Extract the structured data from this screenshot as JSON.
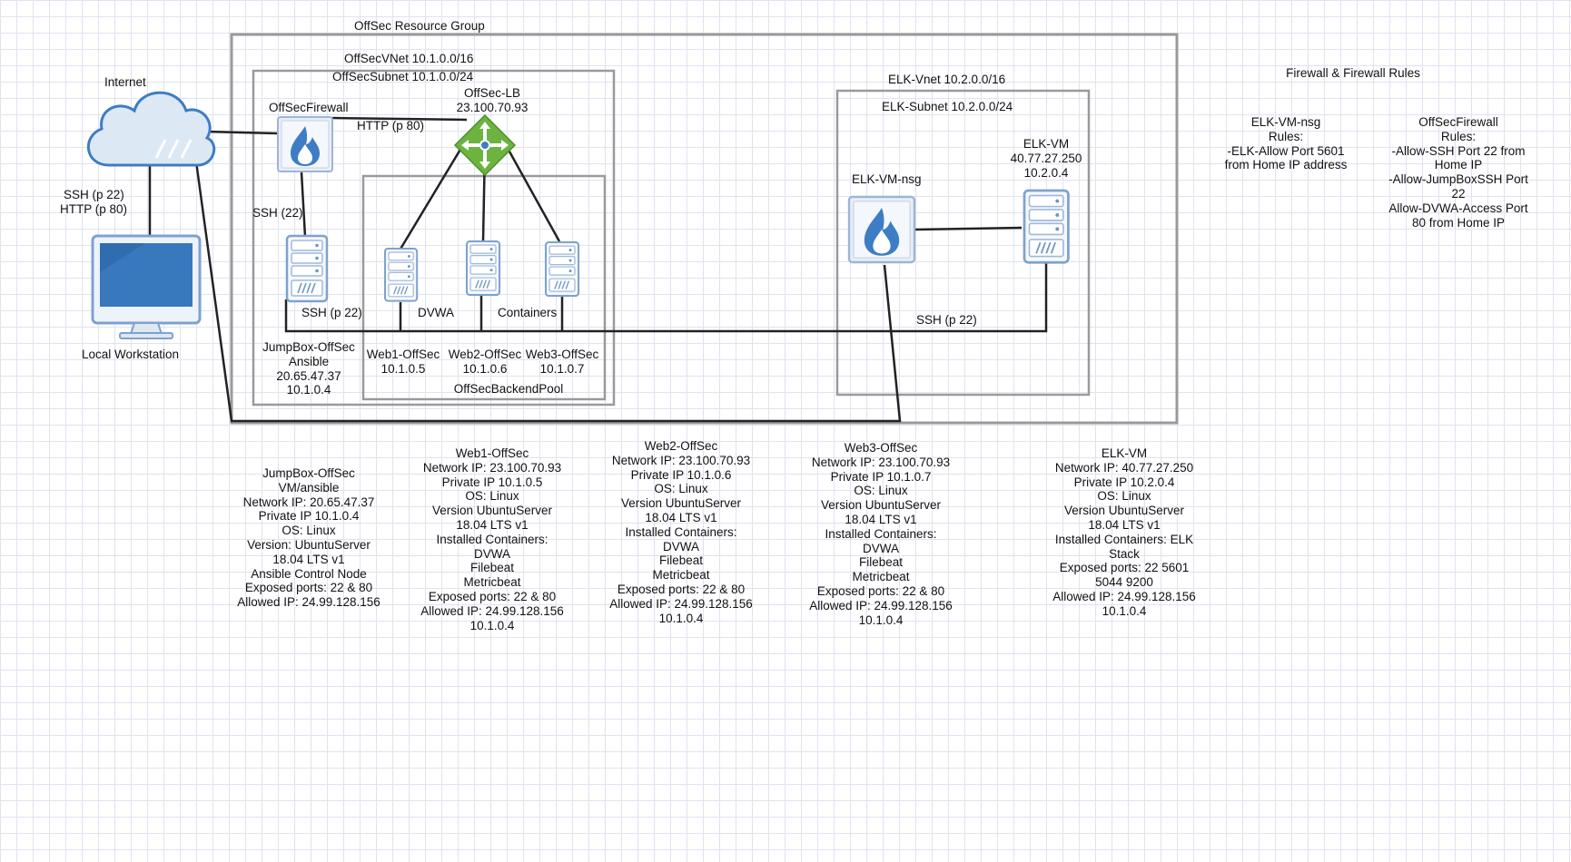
{
  "diagram": {
    "resource_group": "OffSec Resource Group",
    "offsec_vnet": "OffSecVNet 10.1.0.0/16",
    "offsec_subnet": "OffSecSubnet 10.1.0.0/24",
    "internet": "Internet",
    "local_workstation": "Local Workstation",
    "workstation_ssh": "SSH (p 22)",
    "workstation_http": "HTTP (p 80)",
    "offsec_firewall": "OffSecFirewall",
    "http_p80": "HTTP (p 80)",
    "lb_name": "OffSec-LB",
    "lb_ip": "23.100.70.93",
    "ssh_22": "SSH (22)",
    "ssh_p22_jump": "SSH (p 22)",
    "dvwa": "DVWA",
    "containers": "Containers",
    "jumpbox_label": [
      "JumpBox-OffSec",
      "Ansible",
      "20.65.47.37",
      "10.1.0.4"
    ],
    "web1_label": [
      "Web1-OffSec",
      "10.1.0.5"
    ],
    "web2_label": [
      "Web2-OffSec",
      "10.1.0.6"
    ],
    "web3_label": [
      "Web3-OffSec",
      "10.1.0.7"
    ],
    "backend_pool": "OffSecBackendPool",
    "elk_vnet": "ELK-Vnet 10.2.0.0/16",
    "elk_subnet": "ELK-Subnet 10.2.0.0/24",
    "elk_nsg": "ELK-VM-nsg",
    "elk_vm_label": [
      "ELK-VM",
      "40.77.27.250",
      "10.2.0.4"
    ],
    "ssh_p22_elk": "SSH (p 22)"
  },
  "firewall_rules": {
    "title": "Firewall & Firewall Rules",
    "elk_nsg_rules": [
      "ELK-VM-nsg",
      "Rules:",
      "-ELK-Allow Port 5601",
      "from Home IP address"
    ],
    "offsec_firewall_rules": [
      "OffSecFirewall",
      "Rules:",
      "-Allow-SSH Port 22 from",
      "Home IP",
      "-Allow-JumpBoxSSH Port",
      "22",
      "Allow-DVWA-Access Port",
      "80 from Home IP"
    ]
  },
  "vm_details": {
    "jumpbox": [
      "JumpBox-OffSec",
      "VM/ansible",
      "Network IP: 20.65.47.37",
      "Private IP 10.1.0.4",
      "OS: Linux",
      "Version: UbuntuServer",
      "18.04 LTS v1",
      "Ansible Control Node",
      "Exposed ports: 22 & 80",
      "Allowed IP: 24.99.128.156"
    ],
    "web1": [
      "Web1-OffSec",
      "Network IP: 23.100.70.93",
      "Private IP 10.1.0.5",
      "OS: Linux",
      "Version UbuntuServer",
      "18.04 LTS v1",
      "Installed Containers:",
      "DVWA",
      "Filebeat",
      "Metricbeat",
      "Exposed ports: 22 & 80",
      "Allowed IP: 24.99.128.156",
      "10.1.0.4"
    ],
    "web2": [
      "Web2-OffSec",
      "Network IP: 23.100.70.93",
      "Private IP 10.1.0.6",
      "OS: Linux",
      "Version UbuntuServer",
      "18.04 LTS v1",
      "Installed Containers:",
      "DVWA",
      "Filebeat",
      "Metricbeat",
      "Exposed ports: 22 & 80",
      "Allowed IP: 24.99.128.156",
      "10.1.0.4"
    ],
    "web3": [
      "Web3-OffSec",
      "Network IP: 23.100.70.93",
      "Private IP 10.1.0.7",
      "OS: Linux",
      "Version UbuntuServer",
      "18.04 LTS v1",
      "Installed Containers:",
      "DVWA",
      "Filebeat",
      "Metricbeat",
      "Exposed ports: 22 & 80",
      "Allowed IP: 24.99.128.156",
      "10.1.0.4"
    ],
    "elk": [
      "ELK-VM",
      "Network IP: 40.77.27.250",
      "Private IP 10.2.0.4",
      "OS: Linux",
      "Version UbuntuServer",
      "18.04 LTS v1",
      "Installed Containers: ELK",
      "Stack",
      "Exposed ports: 22 5601",
      "5044 9200",
      "Allowed IP: 24.99.128.156",
      "10.1.0.4"
    ]
  },
  "colors": {
    "firewall_blue": "#3d7dc4",
    "lb_green": "#6cb33f",
    "monitor_blue": "#2f6db0",
    "frame_gray": "#9a9a9a"
  }
}
